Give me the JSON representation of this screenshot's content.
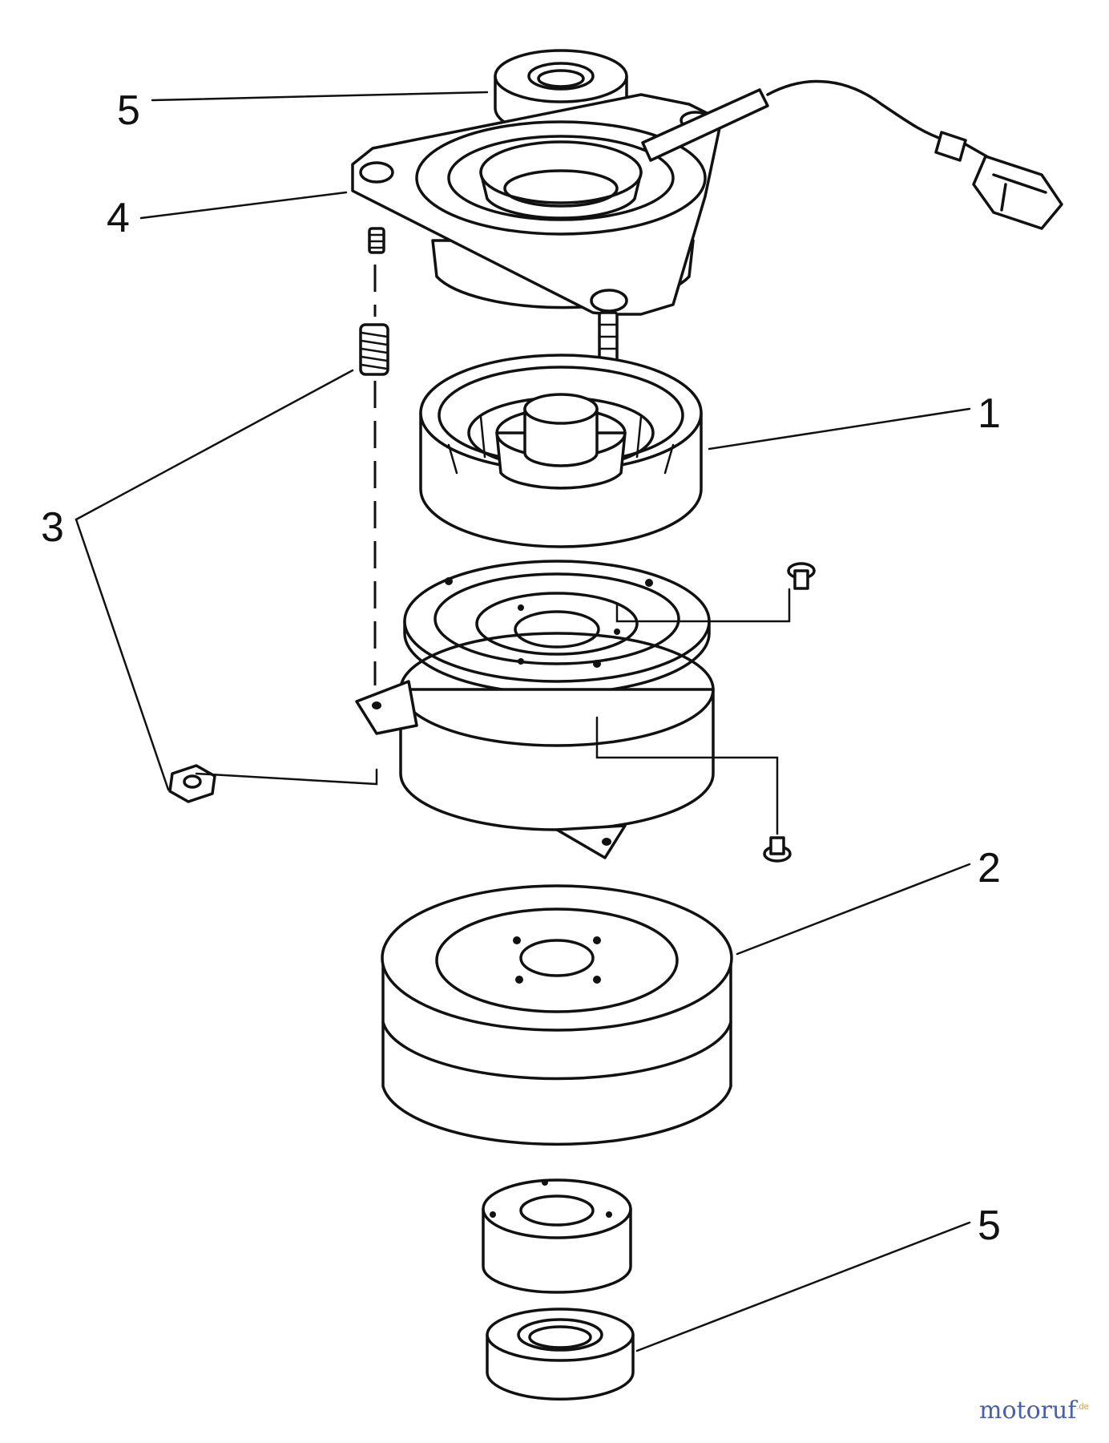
{
  "callouts": {
    "bearing_top": "5",
    "field_assembly": "4",
    "hardware": "3",
    "rotor": "1",
    "pulley": "2",
    "bearing_bottom": "5"
  },
  "watermark": {
    "text": "motoruf",
    "suffix": ".de"
  }
}
